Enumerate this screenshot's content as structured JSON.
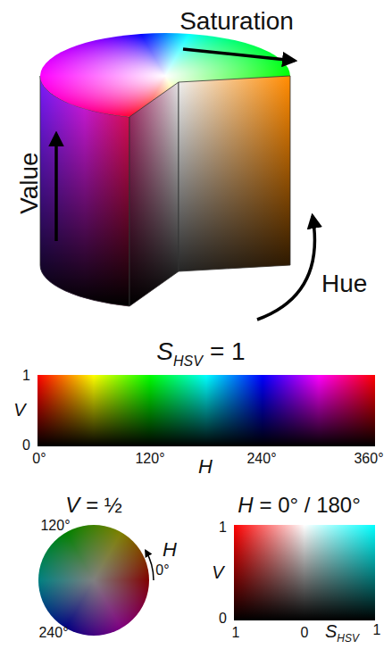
{
  "diagram": {
    "labels": [
      "Saturation",
      "Value",
      "Hue",
      "S",
      "HSV",
      "= 1",
      "1",
      "V",
      "0",
      "0°",
      "120°",
      "H",
      "240°",
      "360°",
      "V",
      "= ½",
      "120°",
      "H",
      "0°",
      "240°",
      "H",
      "= 0° / 180°",
      "1",
      "V",
      "0",
      "1",
      "0",
      "S",
      "HSV",
      "1"
    ]
  }
}
